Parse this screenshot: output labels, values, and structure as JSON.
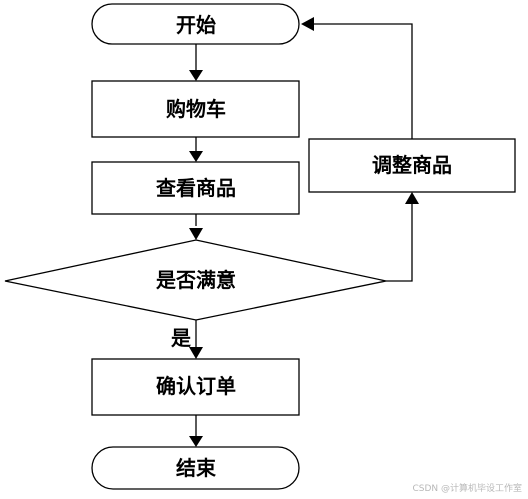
{
  "nodes": {
    "start": "开始",
    "cart": "购物车",
    "view_items": "查看商品",
    "satisfied": "是否满意",
    "adjust_items": "调整商品",
    "confirm_order": "确认订单",
    "end": "结束"
  },
  "edges": {
    "yes_label": "是"
  },
  "watermark": "CSDN @计算机毕设工作室"
}
